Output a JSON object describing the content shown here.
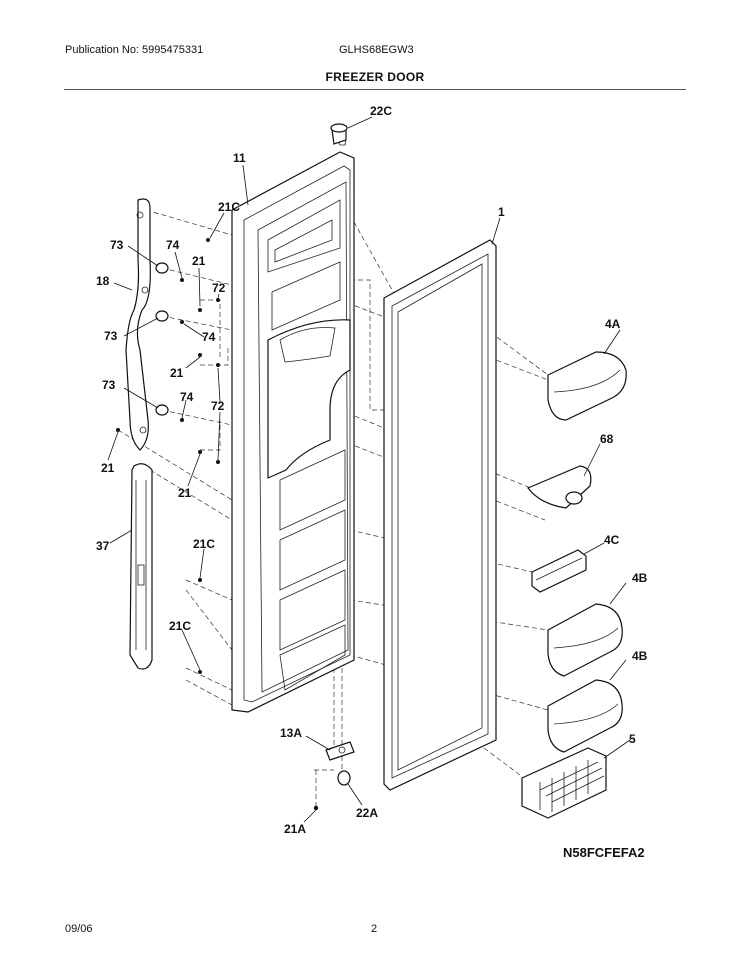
{
  "header": {
    "publication": "Publication No: 5995475331",
    "model": "GLHS68EGW3",
    "title": "FREEZER DOOR"
  },
  "callouts": {
    "c22C": "22C",
    "c11": "11",
    "c21C_top": "21C",
    "c1": "1",
    "c73a": "73",
    "c74a": "74",
    "c18": "18",
    "c21a": "21",
    "c72a": "72",
    "c73b": "73",
    "c74b": "74",
    "c21b": "21",
    "c72b": "72",
    "c73c": "73",
    "c74c": "74",
    "c21c": "21",
    "c21d": "21",
    "c4A": "4A",
    "c68": "68",
    "c4C": "4C",
    "c37": "37",
    "c21C_mid": "21C",
    "c4B_top": "4B",
    "c21C_low": "21C",
    "c4B_low": "4B",
    "c13A": "13A",
    "c5": "5",
    "c22A": "22A",
    "c21A": "21A"
  },
  "diagram_code": "N58FCFEFA2",
  "footer": {
    "date": "09/06",
    "page": "2"
  }
}
